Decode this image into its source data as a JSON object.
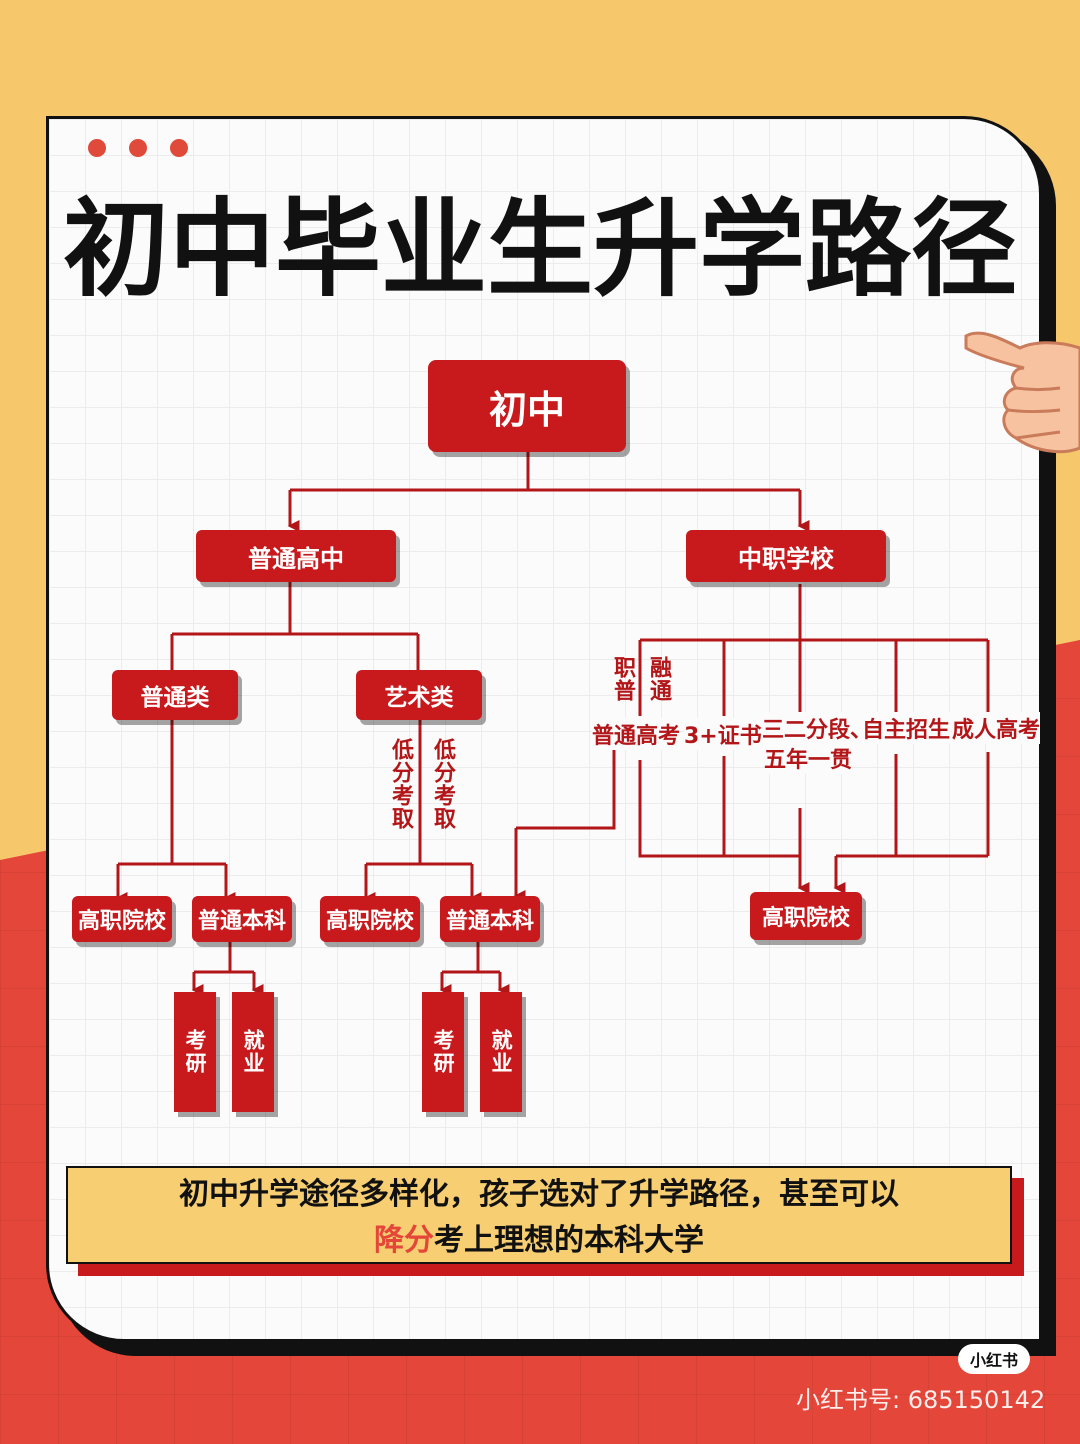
{
  "title": "初中毕业生升学路径",
  "nodes": {
    "root": "初中",
    "general_high": "普通高中",
    "vocational_mid": "中职学校",
    "general_track": "普通类",
    "art_track": "艺术类",
    "vocational_college_1": "高职院校",
    "undergrad_1": "普通本科",
    "vocational_college_2": "高职院校",
    "undergrad_2": "普通本科",
    "vocational_college_3": "高职院校",
    "grad_exam_1": "考研",
    "employment_1": "就业",
    "grad_exam_2": "考研",
    "employment_2": "就业"
  },
  "labels": {
    "low_score_1": "低分考取",
    "low_score_2": "低分考取",
    "vocational_general": "职普",
    "integration": "融通",
    "general_gaokao": "普通高考",
    "plus_certificate": "3+证书",
    "three_two": "三二分段、",
    "five_year": "五年一贯",
    "independent_enroll": "自主招生",
    "adult_gaokao": "成人高考"
  },
  "caption": {
    "line1": "初中升学途径多样化，孩子选对了升学路径，甚至可以",
    "highlight": "降分",
    "line2_rest": "考上理想的本科大学"
  },
  "watermark": {
    "badge": "小红书",
    "text": "小红书号: 685150142"
  },
  "colors": {
    "accent_red": "#c8191d",
    "background_yellow": "#f6c86b",
    "background_red": "#e4463a"
  }
}
